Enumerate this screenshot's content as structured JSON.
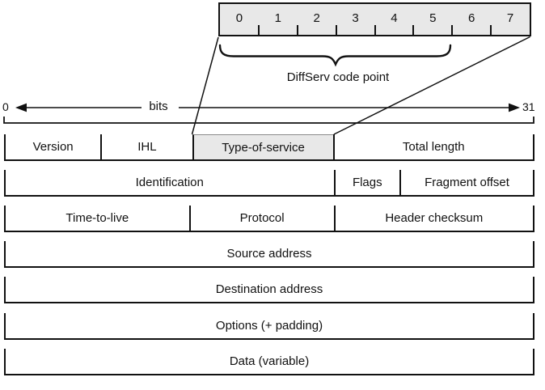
{
  "detail_box": {
    "bit_labels": [
      "0",
      "1",
      "2",
      "3",
      "4",
      "5",
      "6",
      "7"
    ],
    "brace_label": "DiffServ code point"
  },
  "bits_axis": {
    "left_label": "0",
    "axis_label": "bits",
    "right_label": "31"
  },
  "header_rows": [
    {
      "cells": [
        {
          "label": "Version"
        },
        {
          "label": "IHL"
        },
        {
          "label": "Type-of-service",
          "highlighted": true
        },
        {
          "label": "Total length"
        }
      ]
    },
    {
      "cells": [
        {
          "label": "Identification"
        },
        {
          "label": "Flags"
        },
        {
          "label": "Fragment offset"
        }
      ]
    },
    {
      "cells": [
        {
          "label": "Time-to-live"
        },
        {
          "label": "Protocol"
        },
        {
          "label": "Header checksum"
        }
      ]
    },
    {
      "cells": [
        {
          "label": "Source address"
        }
      ]
    },
    {
      "cells": [
        {
          "label": "Destination address"
        }
      ]
    },
    {
      "cells": [
        {
          "label": "Options (+ padding)"
        }
      ]
    },
    {
      "cells": [
        {
          "label": "Data (variable)"
        }
      ]
    }
  ],
  "colors": {
    "highlight_fill": "#e8e8e8",
    "line": "#111111"
  }
}
